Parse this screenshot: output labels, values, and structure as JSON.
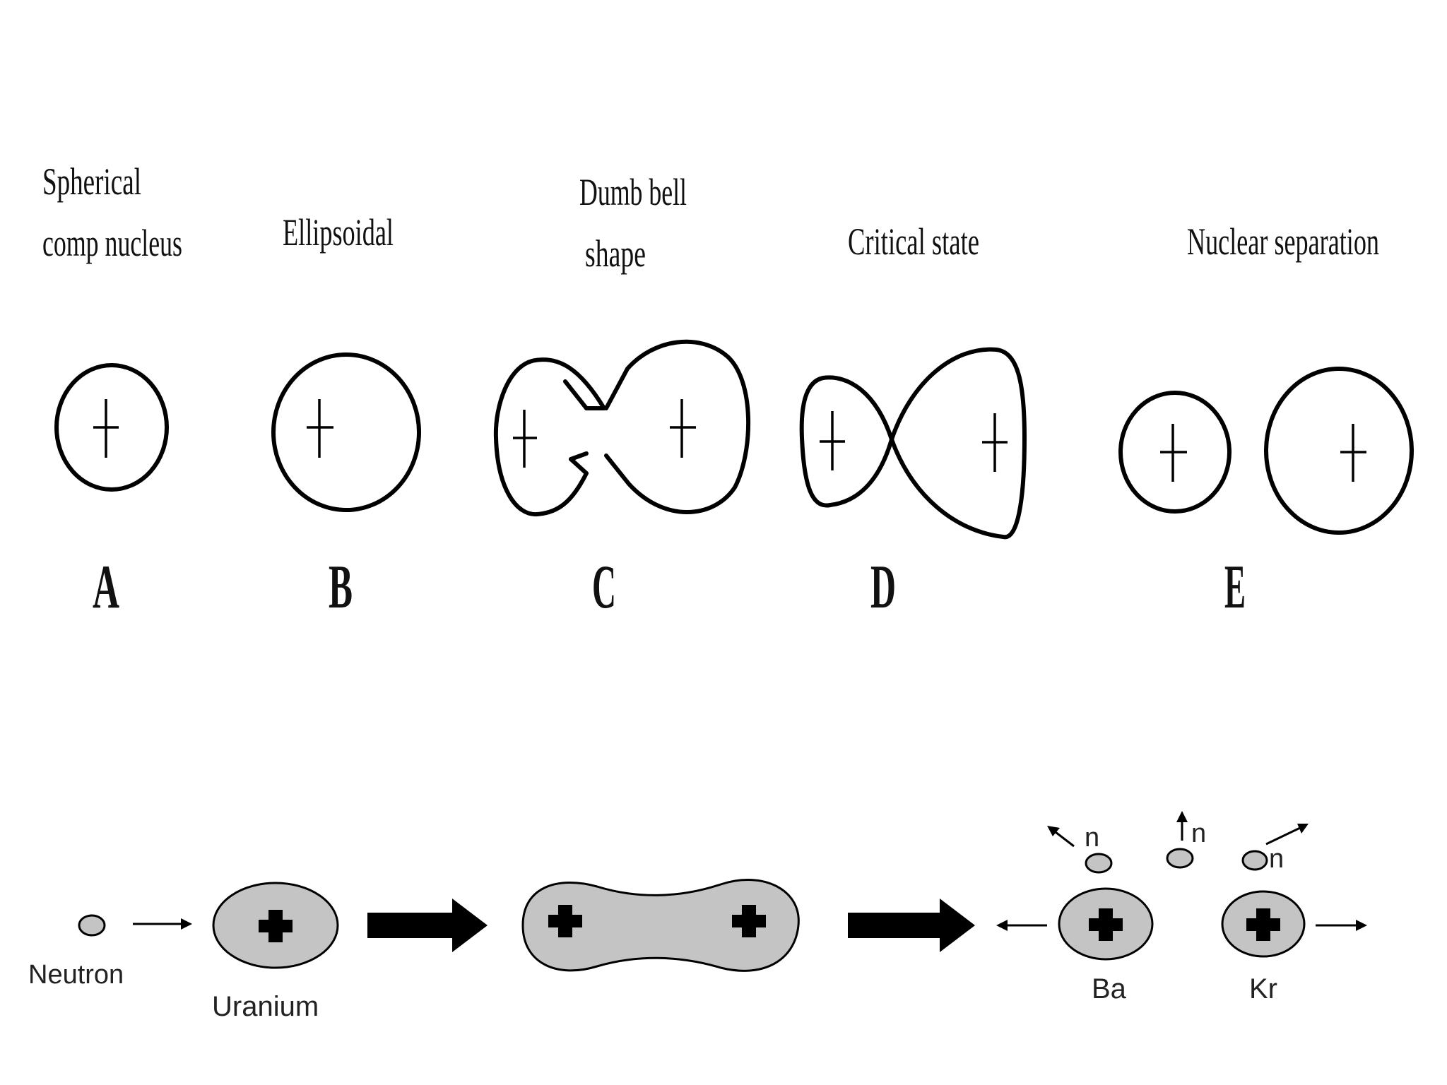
{
  "stages": [
    {
      "id": "A",
      "letter": "A",
      "caption_lines": [
        "Spherical",
        "comp nucleus"
      ]
    },
    {
      "id": "B",
      "letter": "B",
      "caption_lines": [
        "Ellipsoidal"
      ]
    },
    {
      "id": "C",
      "letter": "C",
      "caption_lines": [
        "Dumb bell",
        "shape"
      ]
    },
    {
      "id": "D",
      "letter": "D",
      "caption_lines": [
        "Critical state"
      ]
    },
    {
      "id": "E",
      "letter": "E",
      "caption_lines": [
        "Nuclear separation"
      ]
    }
  ],
  "reaction": {
    "neutron_label": "Neutron",
    "uranium_label": "Uranium",
    "product_1_label": "Ba",
    "product_2_label": "Kr",
    "released_neutron_symbol": "n",
    "released_neutron_count": 3
  },
  "colors": {
    "outline": "#000000",
    "nucleus_fill": "#c4c4c4",
    "background": "#ffffff"
  }
}
